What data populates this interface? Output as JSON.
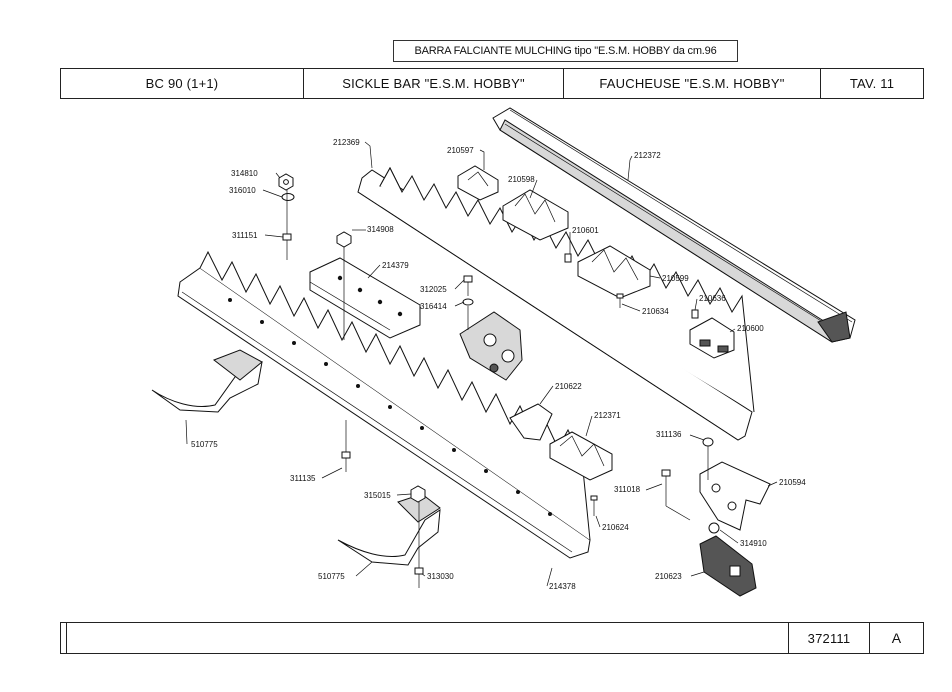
{
  "header": {
    "subtitle": "BARRA FALCIANTE MULCHING tipo \"E.S.M. HOBBY da cm.96",
    "model": "BC 90 (1+1)",
    "title_en": "SICKLE BAR \"E.S.M. HOBBY\"",
    "title_fr": "FAUCHEUSE \"E.S.M. HOBBY\"",
    "table": "TAV. 11"
  },
  "footer": {
    "code": "372111",
    "revision": "A"
  },
  "parts": [
    {
      "id": "p212369",
      "number": "212369"
    },
    {
      "id": "p210597",
      "number": "210597"
    },
    {
      "id": "p212372",
      "number": "212372"
    },
    {
      "id": "p314810",
      "number": "314810"
    },
    {
      "id": "p316010",
      "number": "316010"
    },
    {
      "id": "p210598",
      "number": "210598"
    },
    {
      "id": "p311151",
      "number": "311151"
    },
    {
      "id": "p314908",
      "number": "314908"
    },
    {
      "id": "p210601",
      "number": "210601"
    },
    {
      "id": "p214379",
      "number": "214379"
    },
    {
      "id": "p210599",
      "number": "210599"
    },
    {
      "id": "p312025",
      "number": "312025"
    },
    {
      "id": "p316414",
      "number": "316414"
    },
    {
      "id": "p210636",
      "number": "210636"
    },
    {
      "id": "p210634",
      "number": "210634"
    },
    {
      "id": "p210600",
      "number": "210600"
    },
    {
      "id": "p210622",
      "number": "210622"
    },
    {
      "id": "p212371",
      "number": "212371"
    },
    {
      "id": "p510775a",
      "number": "510775"
    },
    {
      "id": "p311136",
      "number": "311136"
    },
    {
      "id": "p311135",
      "number": "311135"
    },
    {
      "id": "p210594",
      "number": "210594"
    },
    {
      "id": "p311018",
      "number": "311018"
    },
    {
      "id": "p315015",
      "number": "315015"
    },
    {
      "id": "p210624",
      "number": "210624"
    },
    {
      "id": "p314910",
      "number": "314910"
    },
    {
      "id": "p510775b",
      "number": "510775"
    },
    {
      "id": "p313030",
      "number": "313030"
    },
    {
      "id": "p214378",
      "number": "214378"
    },
    {
      "id": "p210623",
      "number": "210623"
    }
  ]
}
